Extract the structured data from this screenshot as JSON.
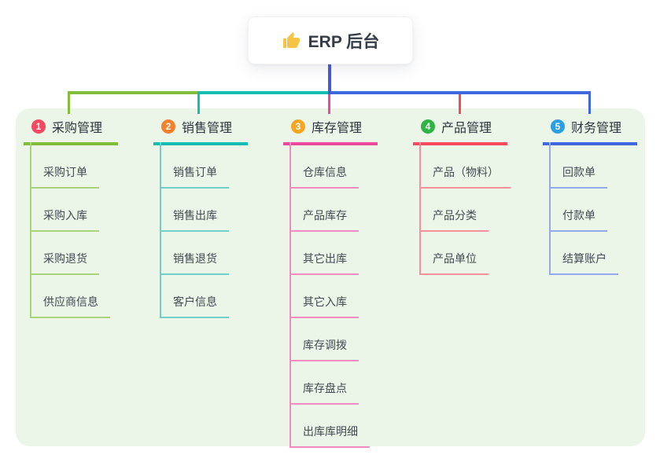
{
  "root": {
    "title": "ERP 后台",
    "icon": "thumbs-up-icon",
    "icon_color": "#F6C445",
    "connector_color": "#4A58D8"
  },
  "panel": {
    "background": "#ECF6E8"
  },
  "branches": [
    {
      "badge": "1",
      "label": "采购管理",
      "badge_color": "#F4495E",
      "line_color": "#82BE3C",
      "sub_line_color": "#A9D37B",
      "children": [
        "采购订单",
        "采购入库",
        "采购退货",
        "供应商信息"
      ]
    },
    {
      "badge": "2",
      "label": "销售管理",
      "badge_color": "#F5812E",
      "line_color": "#15BDB2",
      "sub_line_color": "#6FD0C8",
      "children": [
        "销售订单",
        "销售出库",
        "销售退货",
        "客户信息"
      ]
    },
    {
      "badge": "3",
      "label": "库存管理",
      "badge_color": "#F6A623",
      "line_color": "#EC4B9D",
      "sub_line_color": "#F48BC0",
      "children": [
        "仓库信息",
        "产品库存",
        "其它出库",
        "其它入库",
        "库存调拨",
        "库存盘点",
        "出库库明细"
      ]
    },
    {
      "badge": "4",
      "label": "产品管理",
      "badge_color": "#2FB344",
      "line_color": "#F84A5F",
      "sub_line_color": "#FB8E9B",
      "children": [
        "产品（物料）",
        "产品分类",
        "产品单位"
      ]
    },
    {
      "badge": "5",
      "label": "财务管理",
      "badge_color": "#2B9FE3",
      "line_color": "#4167DF",
      "sub_line_color": "#93ABEC",
      "children": [
        "回款单",
        "付款单",
        "结算账户"
      ]
    }
  ]
}
